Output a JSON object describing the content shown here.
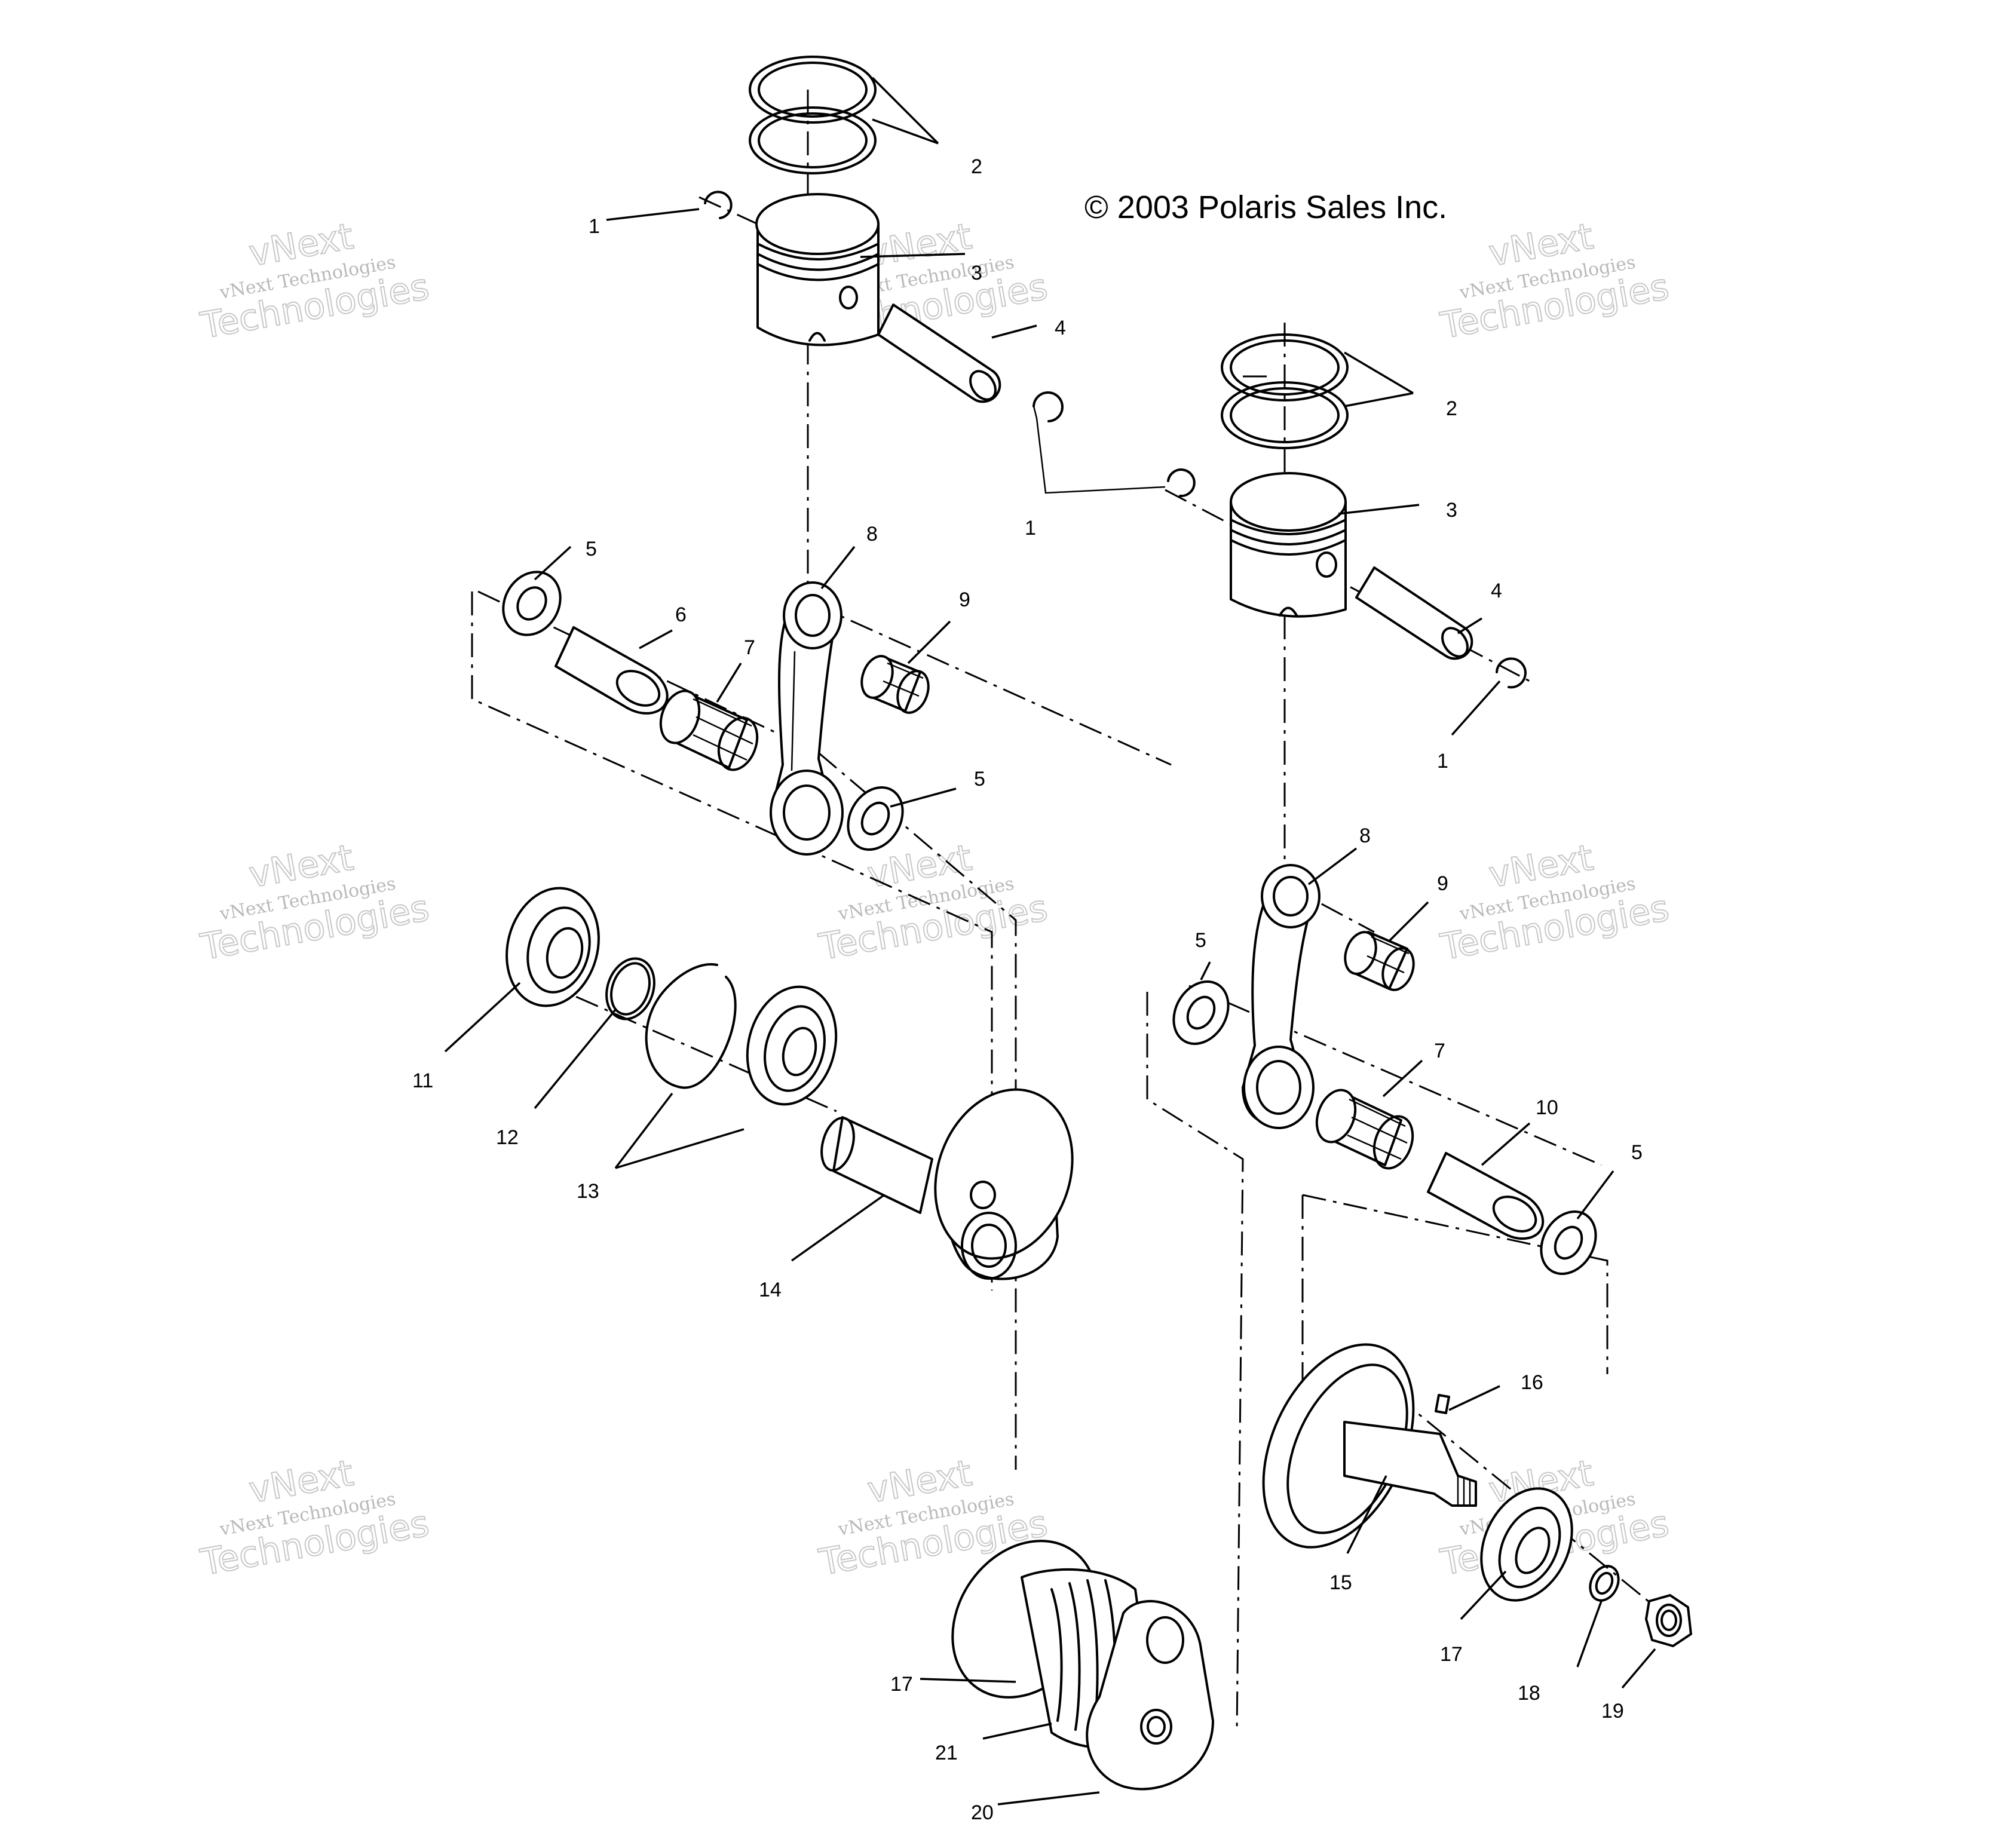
{
  "copyright": "© 2003 Polaris Sales Inc.",
  "watermark": {
    "line1": "vNext Technologies",
    "line2": "vNext",
    "line3": "Technologies"
  },
  "callouts": [
    {
      "id": "c1a",
      "text": "1"
    },
    {
      "id": "c2a",
      "text": "2"
    },
    {
      "id": "c3a",
      "text": "3"
    },
    {
      "id": "c4a",
      "text": "4"
    },
    {
      "id": "c2b",
      "text": "2"
    },
    {
      "id": "c3b",
      "text": "3"
    },
    {
      "id": "c1b",
      "text": "1"
    },
    {
      "id": "c4b",
      "text": "4"
    },
    {
      "id": "c1c",
      "text": "1"
    },
    {
      "id": "c5a",
      "text": "5"
    },
    {
      "id": "c6",
      "text": "6"
    },
    {
      "id": "c7a",
      "text": "7"
    },
    {
      "id": "c8a",
      "text": "8"
    },
    {
      "id": "c9a",
      "text": "9"
    },
    {
      "id": "c5b",
      "text": "5"
    },
    {
      "id": "c8b",
      "text": "8"
    },
    {
      "id": "c9b",
      "text": "9"
    },
    {
      "id": "c5c",
      "text": "5"
    },
    {
      "id": "c7b",
      "text": "7"
    },
    {
      "id": "c10",
      "text": "10"
    },
    {
      "id": "c5d",
      "text": "5"
    },
    {
      "id": "c11",
      "text": "11"
    },
    {
      "id": "c12",
      "text": "12"
    },
    {
      "id": "c13",
      "text": "13"
    },
    {
      "id": "c14",
      "text": "14"
    },
    {
      "id": "c16",
      "text": "16"
    },
    {
      "id": "c15",
      "text": "15"
    },
    {
      "id": "c17a",
      "text": "17"
    },
    {
      "id": "c18",
      "text": "18"
    },
    {
      "id": "c19",
      "text": "19"
    },
    {
      "id": "c17b",
      "text": "17"
    },
    {
      "id": "c21",
      "text": "21"
    },
    {
      "id": "c20",
      "text": "20"
    }
  ]
}
